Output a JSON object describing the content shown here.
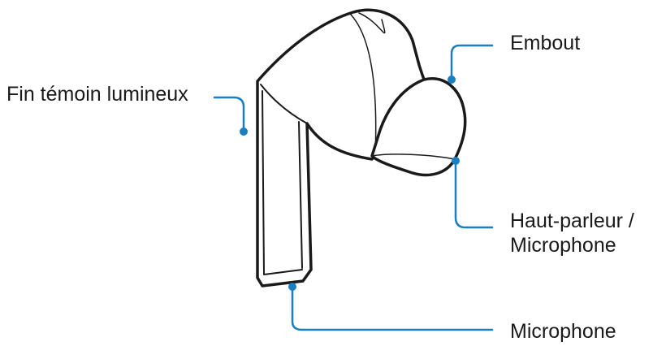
{
  "labels": {
    "eartip": "Embout",
    "light_indicator": "Fin témoin lumineux",
    "speaker_line1": "Haut-parleur /",
    "speaker_line2": "Microphone",
    "microphone": "Microphone"
  },
  "colors": {
    "leader_line": "#1a7fc1",
    "outline": "#1a1a1a",
    "fill": "#ffffff",
    "text": "#1a1a1a"
  }
}
